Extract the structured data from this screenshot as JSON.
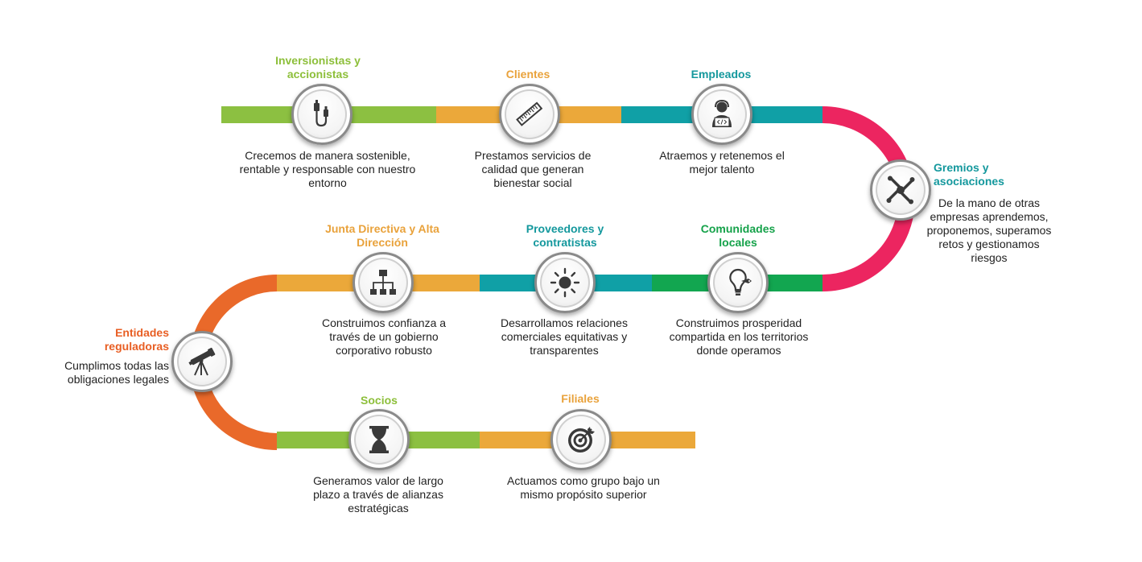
{
  "colors": {
    "lime": "#8cc041",
    "amber": "#eba83a",
    "teal": "#10a0a6",
    "pink": "#ec2560",
    "green": "#12a650",
    "orange": "#e9692a"
  },
  "stakeholders": [
    {
      "id": "inversionistas",
      "title": "Inversionistas y accionistas",
      "description": "Crecemos de manera sostenible, rentable y responsable con nuestro entorno",
      "icon": "usb-cable-icon"
    },
    {
      "id": "clientes",
      "title": "Clientes",
      "description": "Prestamos servicios de calidad que generan bienestar social",
      "icon": "ruler-icon"
    },
    {
      "id": "empleados",
      "title": "Empleados",
      "description": "Atraemos y retenemos el mejor talento",
      "icon": "developer-icon"
    },
    {
      "id": "gremios",
      "title": "Gremios y asociaciones",
      "description": "De la mano de otras empresas aprendemos, proponemos, superamos retos y gestionamos riesgos",
      "icon": "joined-hands-icon"
    },
    {
      "id": "comunidades",
      "title": "Comunidades locales",
      "description": "Construimos prosperidad compartida en los territorios donde operamos",
      "icon": "lightbulb-icon"
    },
    {
      "id": "proveedores",
      "title": "Proveedores y contratistas",
      "description": "Desarrollamos relaciones comerciales equitativas y transparentes",
      "icon": "sun-icon"
    },
    {
      "id": "junta",
      "title": "Junta Directiva y Alta Dirección",
      "description": "Construimos confianza a través de un gobierno corporativo robusto",
      "icon": "org-chart-icon"
    },
    {
      "id": "entidades",
      "title": "Entidades reguladoras",
      "description": "Cumplimos todas las obligaciones legales",
      "icon": "telescope-icon"
    },
    {
      "id": "socios",
      "title": "Socios",
      "description": "Generamos valor de largo plazo a través de alianzas estratégicas",
      "icon": "hourglass-icon"
    },
    {
      "id": "filiales",
      "title": "Filiales",
      "description": "Actuamos como grupo bajo un mismo propósito superior",
      "icon": "target-icon"
    }
  ]
}
